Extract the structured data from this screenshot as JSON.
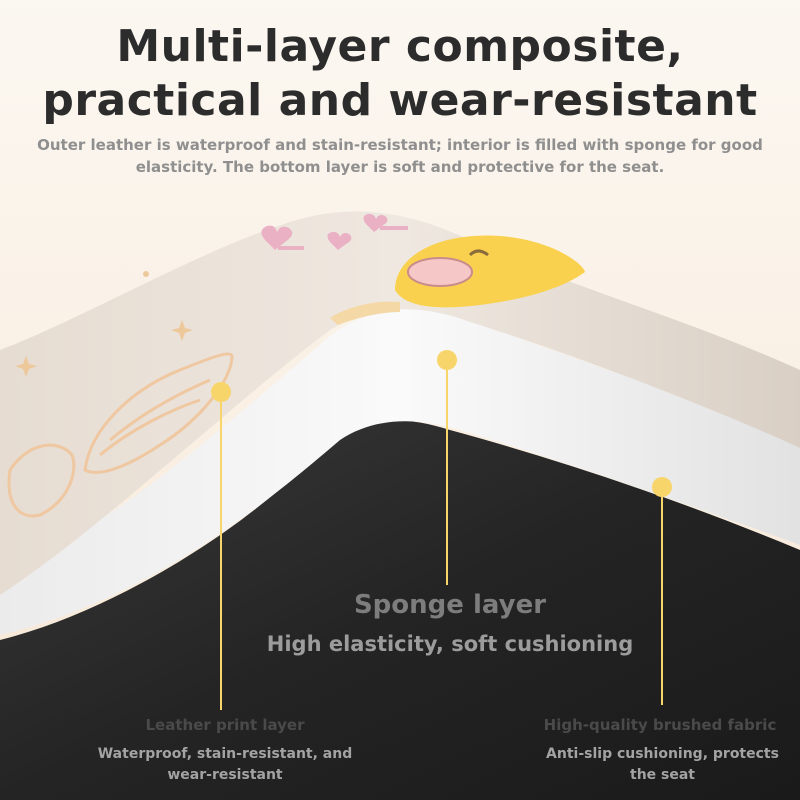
{
  "headline": {
    "line1": "Multi-layer composite,",
    "line2": "practical and wear-resistant"
  },
  "subtitle": {
    "line1": "Outer leather is waterproof and stain-resistant; interior is filled with sponge for good",
    "line2": "elasticity. The bottom layer is soft and protective for the seat."
  },
  "layers": {
    "sponge": {
      "title": "Sponge layer",
      "desc": "High elasticity, soft cushioning"
    },
    "leather": {
      "title": "Leather print layer",
      "desc": "Waterproof, stain-resistant, and wear-resistant"
    },
    "fabric": {
      "title": "High-quality brushed fabric",
      "desc": "Anti-slip cushioning, protects the seat"
    }
  },
  "colors": {
    "callout_dot": "#f8d56a",
    "leather_layer": "#ece4dc",
    "sponge_layer": "#f4f4f4",
    "fabric_layer": "#252525",
    "character_yellow": "#f9d14e",
    "print_pink": "#eab0c4"
  },
  "icons": [
    "heart-icon",
    "star-icon",
    "wing-graphic",
    "duck-character",
    "callout-dot"
  ]
}
